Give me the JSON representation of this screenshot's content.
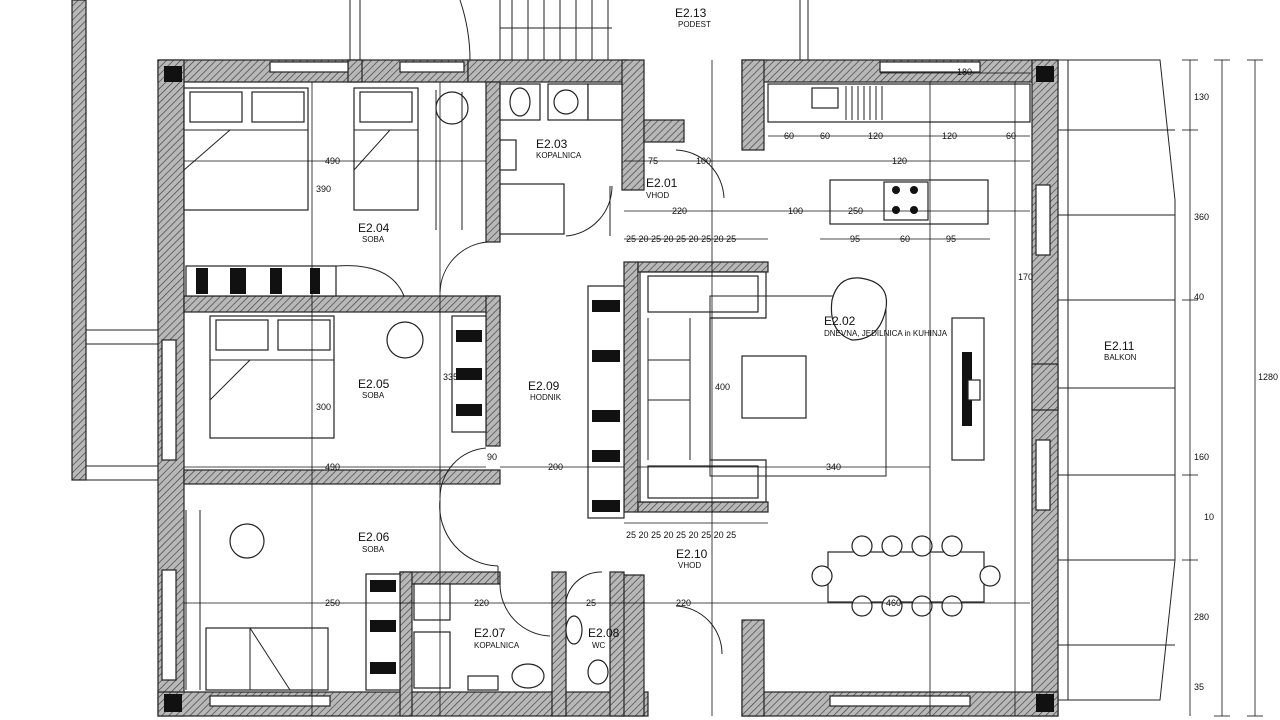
{
  "rooms": {
    "e213": {
      "id": "E2.13",
      "name": "PODEST"
    },
    "e203": {
      "id": "E2.03",
      "name": "KOPALNICA"
    },
    "e201": {
      "id": "E2.01",
      "name": "VHOD"
    },
    "e204": {
      "id": "E2.04",
      "name": "SOBA"
    },
    "e202": {
      "id": "E2.02",
      "name": "DNEVNA, JEDILNICA in KUHINJA"
    },
    "e211": {
      "id": "E2.11",
      "name": "BALKON"
    },
    "e205": {
      "id": "E2.05",
      "name": "SOBA"
    },
    "e209": {
      "id": "E2.09",
      "name": "HODNIK"
    },
    "e206": {
      "id": "E2.06",
      "name": "SOBA"
    },
    "e210": {
      "id": "E2.10",
      "name": "VHOD"
    },
    "e207": {
      "id": "E2.07",
      "name": "KOPALNICA"
    },
    "e208": {
      "id": "E2.08",
      "name": "WC"
    }
  },
  "dimensions": {
    "d_top_kitchen": "180",
    "d_kit_1": "60",
    "d_kit_2": "60",
    "d_kit_3": "120",
    "d_kit_4": "120",
    "d_kit_5": "60",
    "d_entry_75": "75",
    "d_entry_100": "100",
    "d_entry_120": "120",
    "d_entry_220": "220",
    "d_entry_100b": "100",
    "d_island_250": "250",
    "d_island_95a": "95",
    "d_island_60": "60",
    "d_island_95b": "95",
    "d_room4_490": "490",
    "d_room5_490": "490",
    "d_room4_v": "390",
    "d_room5_v": "335",
    "d_room5_v2": "300",
    "d_hall_200": "200",
    "d_hall_90": "90",
    "d_living_400": "400",
    "d_living_340": "340",
    "d_living_170": "170",
    "d_room6_250": "250",
    "d_bath_220": "220",
    "d_wc_25": "25",
    "d_entry2_220": "220",
    "d_dining_460": "460",
    "d_strip_1": "25 20 25 20 25 20 25 20 25",
    "d_strip_2": "25 20 25 20 25 20 25 20 25",
    "d_right_1": "130",
    "d_right_2": "360",
    "d_right_3": "1280",
    "d_right_4": "40",
    "d_right_5": "280",
    "d_right_6": "160",
    "d_right_7": "10",
    "d_right_8": "35"
  }
}
